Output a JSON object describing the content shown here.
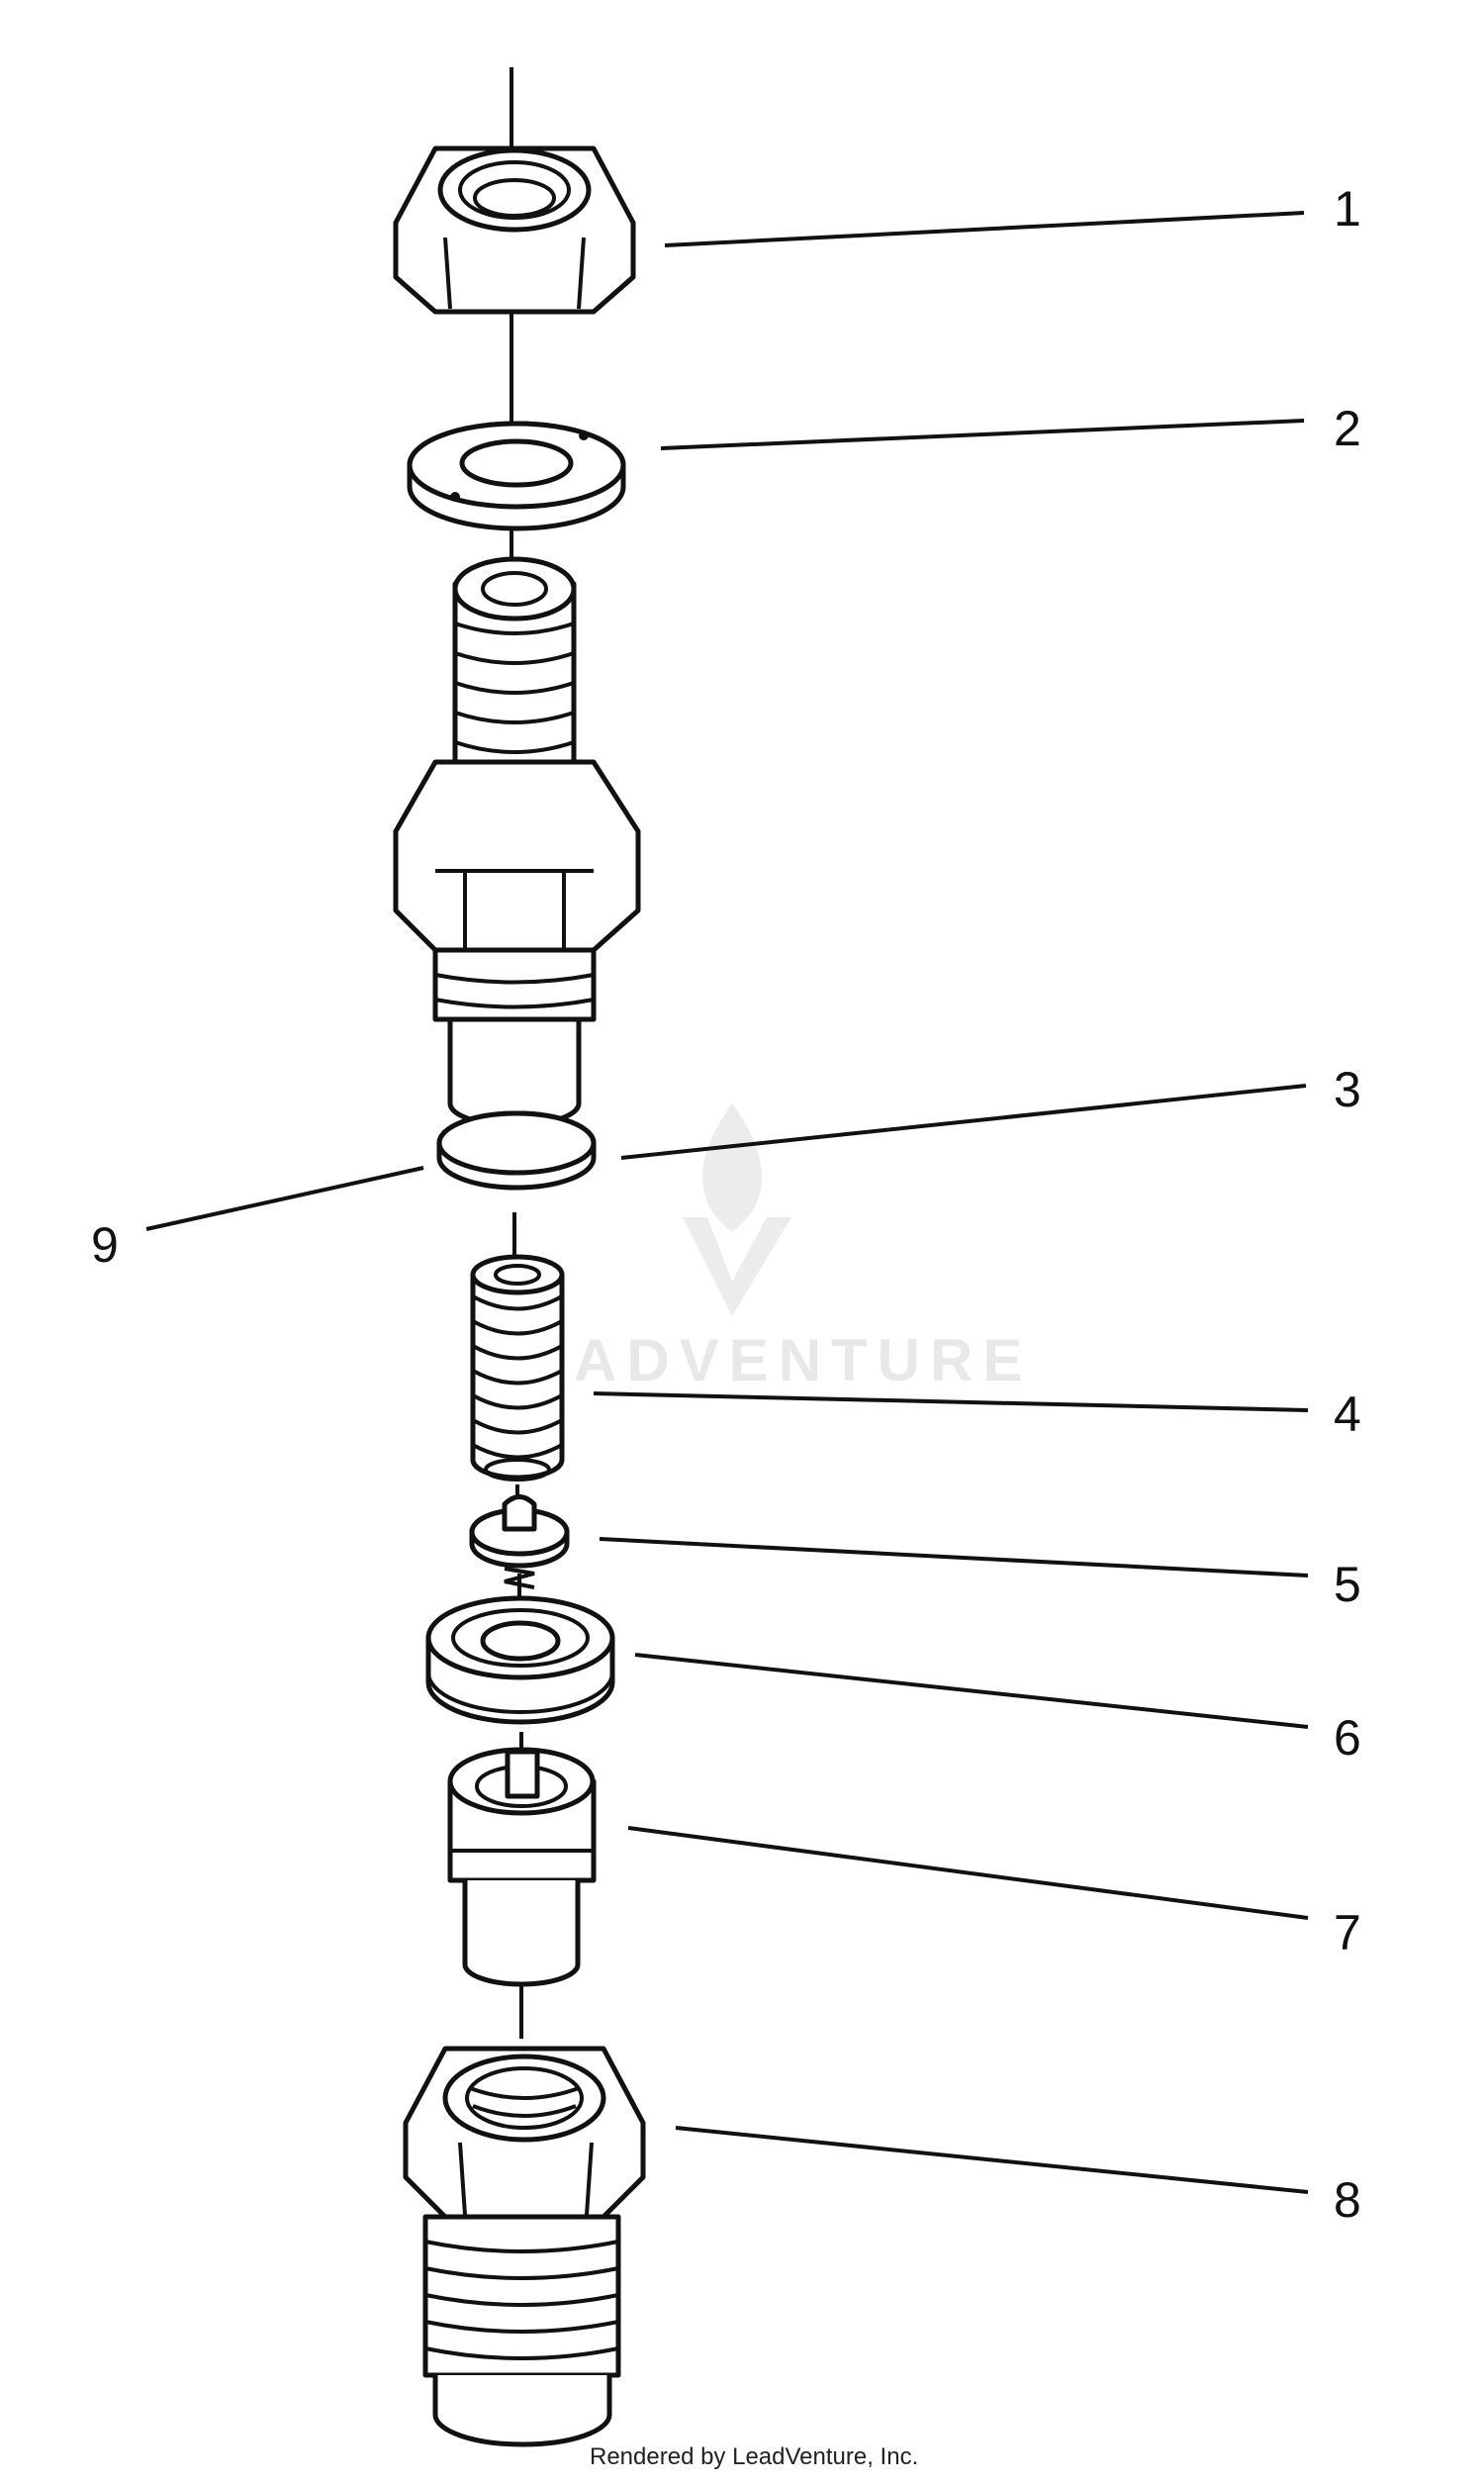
{
  "callouts": [
    {
      "number": "1",
      "part": "top-nut"
    },
    {
      "number": "2",
      "part": "washer"
    },
    {
      "number": "3",
      "part": "seat-disc"
    },
    {
      "number": "4",
      "part": "spring"
    },
    {
      "number": "5",
      "part": "valve"
    },
    {
      "number": "6",
      "part": "valve-seat"
    },
    {
      "number": "7",
      "part": "sleeve"
    },
    {
      "number": "8",
      "part": "fitting"
    },
    {
      "number": "9",
      "part": "seat-disc-edge"
    }
  ],
  "watermark": {
    "text": "ADVENTURE",
    "icon": "flame-v-logo-icon"
  },
  "footer": {
    "text": "Rendered by LeadVenture, Inc."
  }
}
